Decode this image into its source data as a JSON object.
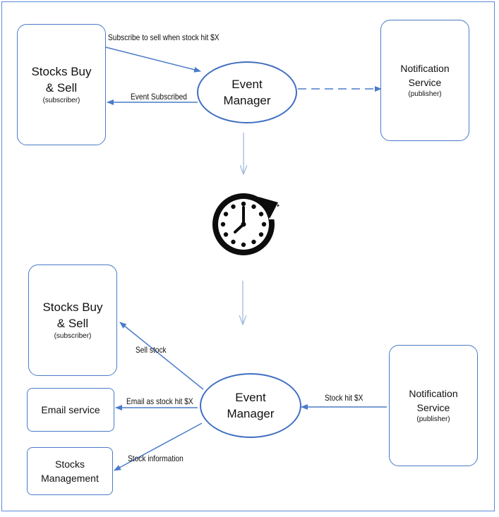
{
  "top": {
    "subscriber": {
      "title_line1": "Stocks Buy",
      "title_line2": "& Sell",
      "role": "(subscriber)"
    },
    "event_manager": {
      "line1": "Event",
      "line2": "Manager"
    },
    "publisher": {
      "line1": "Notification",
      "line2": "Service",
      "role": "(publisher)"
    },
    "labels": {
      "subscribe": "Subscribe to sell when stock hit $X",
      "event_subscribed": "Event Subscribed"
    }
  },
  "bottom": {
    "subscriber": {
      "title_line1": "Stocks Buy",
      "title_line2": "& Sell",
      "role": "(subscriber)"
    },
    "email_service": "Email service",
    "stocks_management": {
      "line1": "Stocks",
      "line2": "Management"
    },
    "event_manager": {
      "line1": "Event",
      "line2": "Manager"
    },
    "publisher": {
      "line1": "Notification",
      "line2": "Service",
      "role": "(publisher)"
    },
    "labels": {
      "sell_stock": "Sell stock",
      "email_as_stock_hit": "Email as stock hit $X",
      "stock_information": "Stock information",
      "stock_hit": "Stock hit $X"
    }
  },
  "icons": {
    "clock": "clock-refresh-icon"
  },
  "colors": {
    "border": "#4a7bc8",
    "arrow": "#4a7bc8",
    "frame": "#5b8bd6"
  }
}
